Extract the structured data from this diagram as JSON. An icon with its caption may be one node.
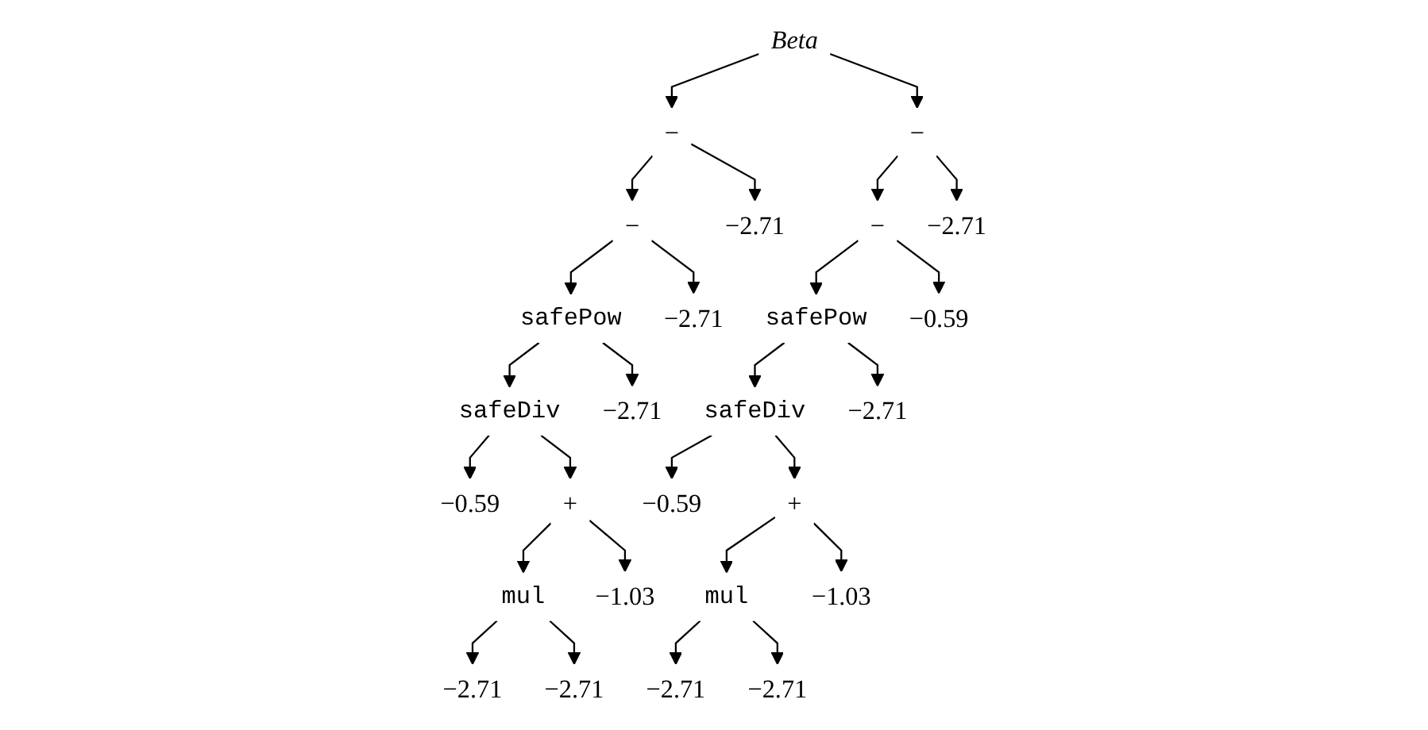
{
  "diagram": {
    "nodes": [
      {
        "text": [
          "Beta"
        ]
      },
      {
        "text": [
          "−"
        ]
      },
      {
        "text": [
          "−"
        ]
      },
      {
        "text": [
          "safePow"
        ]
      },
      {
        "text": [
          "safeDiv"
        ]
      },
      {
        "text": [
          "−0.59"
        ]
      },
      {
        "text": [
          "+"
        ]
      },
      {
        "text": [
          "mul"
        ]
      },
      {
        "text": [
          "−2.71"
        ]
      },
      {
        "text": [
          "−2.71"
        ]
      },
      {
        "text": [
          "−1.03"
        ]
      },
      {
        "text": [
          "−2.71"
        ]
      },
      {
        "text": [
          "−2.71"
        ]
      },
      {
        "text": [
          "−2.71"
        ]
      },
      {
        "text": [
          "−"
        ]
      },
      {
        "text": [
          "−"
        ]
      },
      {
        "text": [
          "safePow"
        ]
      },
      {
        "text": [
          "safeDiv"
        ]
      },
      {
        "text": [
          "−0.59"
        ]
      },
      {
        "text": [
          "+"
        ]
      },
      {
        "text": [
          "mul"
        ]
      },
      {
        "text": [
          "−2.71"
        ]
      },
      {
        "text": [
          "−2.71"
        ]
      },
      {
        "text": [
          "−1.03"
        ]
      },
      {
        "text": [
          "−2.71"
        ]
      },
      {
        "text": [
          "−0.59"
        ]
      },
      {
        "text": [
          "−2.71"
        ]
      }
    ],
    "edges": [
      {
        "from": 0,
        "to": 1,
        "arrow": "to"
      },
      {
        "from": 0,
        "to": 14,
        "arrow": "to"
      },
      {
        "from": 1,
        "to": 2,
        "arrow": "to"
      },
      {
        "from": 1,
        "to": 13,
        "arrow": "to"
      },
      {
        "from": 2,
        "to": 3,
        "arrow": "to"
      },
      {
        "from": 2,
        "to": 12,
        "arrow": "to"
      },
      {
        "from": 3,
        "to": 4,
        "arrow": "to"
      },
      {
        "from": 3,
        "to": 11,
        "arrow": "to"
      },
      {
        "from": 4,
        "to": 5,
        "arrow": "to"
      },
      {
        "from": 4,
        "to": 6,
        "arrow": "to"
      },
      {
        "from": 6,
        "to": 7,
        "arrow": "to"
      },
      {
        "from": 6,
        "to": 10,
        "arrow": "to"
      },
      {
        "from": 7,
        "to": 8,
        "arrow": "to"
      },
      {
        "from": 7,
        "to": 9,
        "arrow": "to"
      },
      {
        "from": 14,
        "to": 15,
        "arrow": "to"
      },
      {
        "from": 14,
        "to": 26,
        "arrow": "to"
      },
      {
        "from": 15,
        "to": 16,
        "arrow": "to"
      },
      {
        "from": 15,
        "to": 25,
        "arrow": "to"
      },
      {
        "from": 16,
        "to": 17,
        "arrow": "to"
      },
      {
        "from": 16,
        "to": 24,
        "arrow": "to"
      },
      {
        "from": 17,
        "to": 18,
        "arrow": "to"
      },
      {
        "from": 17,
        "to": 19,
        "arrow": "to"
      },
      {
        "from": 19,
        "to": 20,
        "arrow": "to"
      },
      {
        "from": 19,
        "to": 23,
        "arrow": "to"
      },
      {
        "from": 20,
        "to": 21,
        "arrow": "to"
      },
      {
        "from": 20,
        "to": 22,
        "arrow": "to"
      }
    ]
  }
}
